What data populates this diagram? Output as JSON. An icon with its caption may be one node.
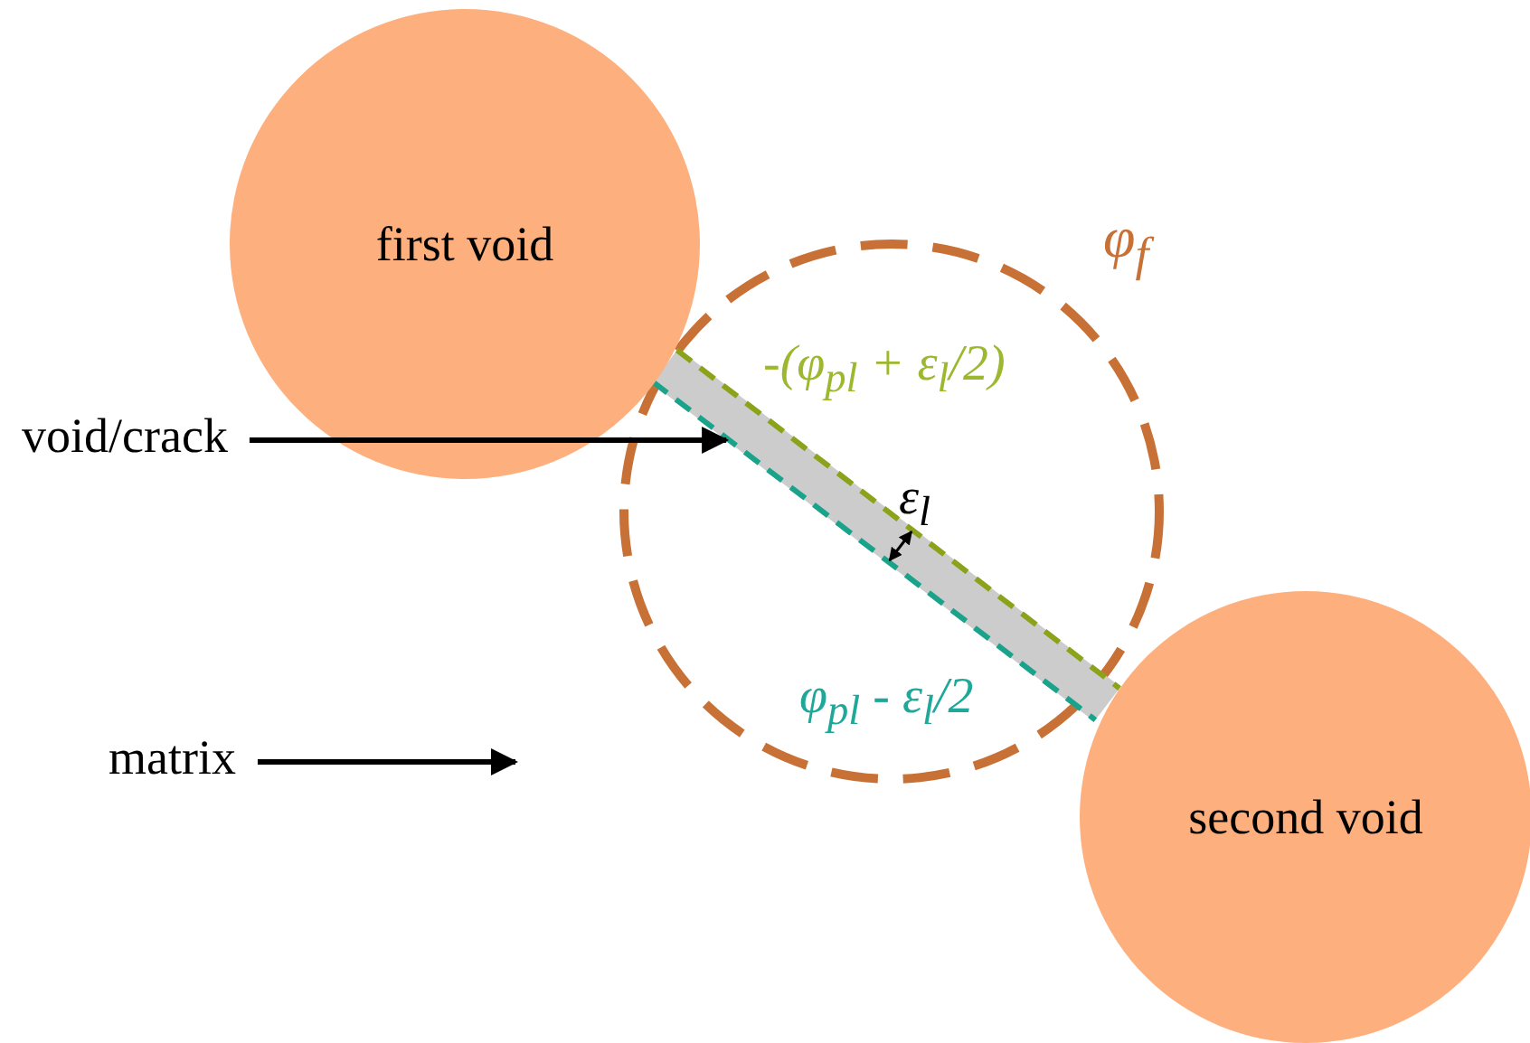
{
  "diagram": {
    "nodes": [
      {
        "text": [
          "first void"
        ]
      },
      {
        "text": [
          "second void"
        ]
      },
      {
        "text": [
          "void/crack"
        ]
      },
      {
        "text": [],
        "shape": "bar"
      },
      {
        "text": [
          "matrix"
        ]
      }
    ],
    "edges": [
      {
        "from": 2,
        "to": 3,
        "arrow": "to"
      },
      {
        "from": 4,
        "to": null,
        "arrow": "to"
      }
    ],
    "labels": [
      "φ$_{f}$",
      "-(φ$_{pl}$ + ε$_{l}$/2)",
      "ε$_{l}$",
      "φ$_{pl}$ - ε$_{l}$/2"
    ]
  }
}
